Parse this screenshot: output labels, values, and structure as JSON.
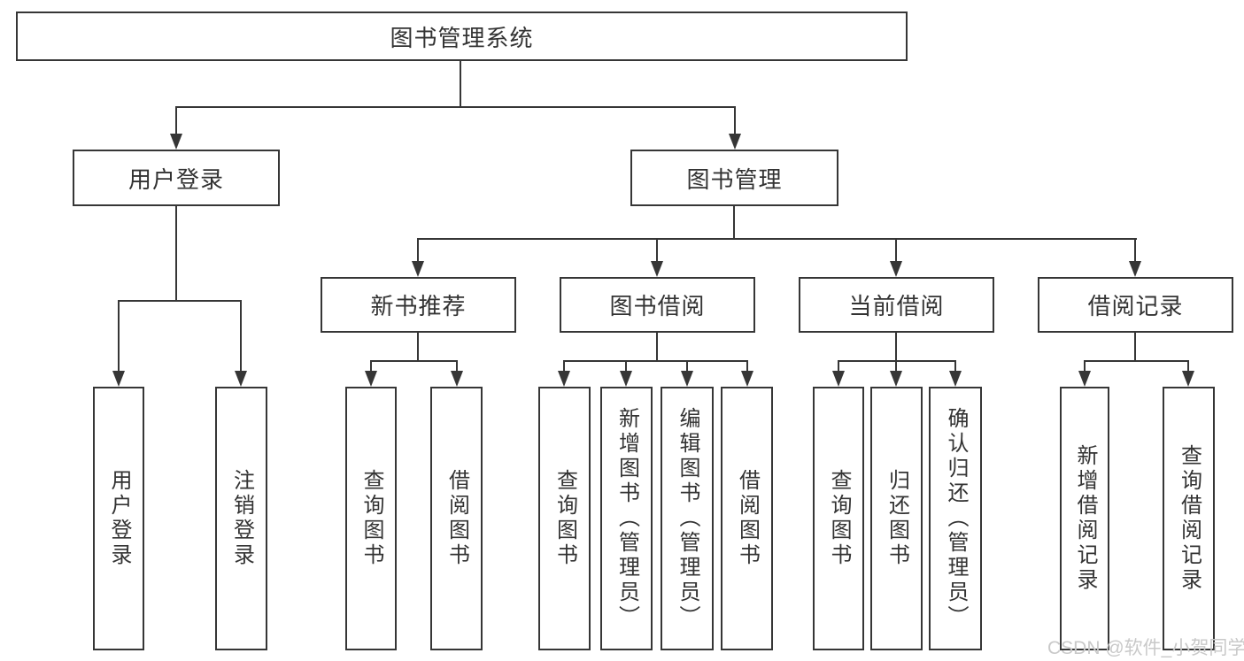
{
  "diagram": {
    "root": "图书管理系统",
    "level2": [
      "用户登录",
      "图书管理"
    ],
    "level3": [
      "新书推荐",
      "图书借阅",
      "当前借阅",
      "借阅记录"
    ],
    "leaves_login": [
      "用户登录",
      "注销登录"
    ],
    "leaves_new_book": [
      "查询图书",
      "借阅图书"
    ],
    "leaves_borrow": [
      "查询图书",
      "新增图书（管理员）",
      "编辑图书（管理员）",
      "借阅图书"
    ],
    "leaves_current": [
      "查询图书",
      "归还图书",
      "确认归还（管理员）"
    ],
    "leaves_records": [
      "新增借阅记录",
      "查询借阅记录"
    ]
  },
  "watermark": "CSDN @软件_小贺同学",
  "colors": {
    "stroke": "#363636",
    "text": "#333333",
    "watermark": "#c9c9c9",
    "background": "#ffffff"
  }
}
